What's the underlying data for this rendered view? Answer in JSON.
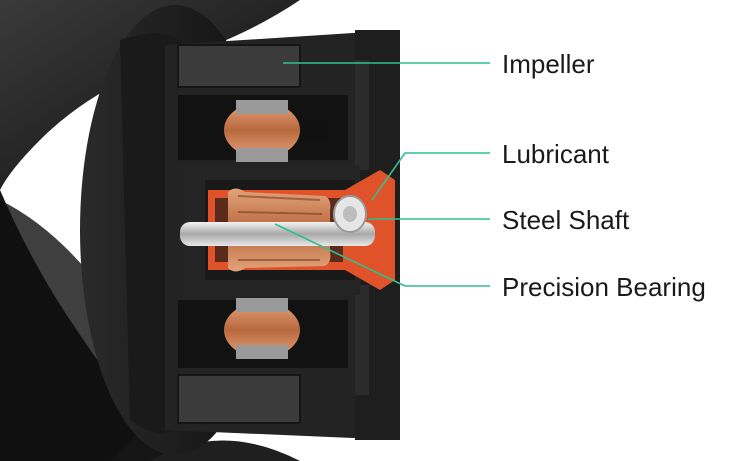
{
  "labels": {
    "impeller": "Impeller",
    "lubricant": "Lubricant",
    "steel_shaft": "Steel Shaft",
    "precision_bearing": "Precision Bearing"
  },
  "colors": {
    "leader_line": "#2fbf8f",
    "housing": "#1c1c1c",
    "copper": "#c98355",
    "lubricant": "#e0532a",
    "steel": "#d8d8d8",
    "disc": "#c79b6d"
  }
}
